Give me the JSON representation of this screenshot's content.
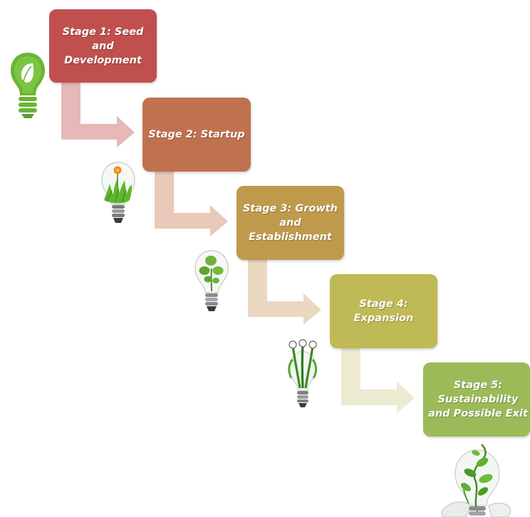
{
  "stages": [
    {
      "label": "Stage 1: Seed\nand\nDevelopment",
      "color": "#c0504d",
      "arrow_color": "#e6b8b7"
    },
    {
      "label": "Stage 2: Startup",
      "color": "#c0724f",
      "arrow_color": "#e9c9b8"
    },
    {
      "label": "Stage 3: Growth\nand\nEstablishment",
      "color": "#c09a4c",
      "arrow_color": "#ead8c1"
    },
    {
      "label": "Stage 4:\nExpansion",
      "color": "#bfba55",
      "arrow_color": "#ecead0"
    },
    {
      "label": "Stage 5:\nSustainability\nand Possible Exit",
      "color": "#9bbb59",
      "arrow_color": "#e8f0dc"
    }
  ],
  "icons": [
    "leaf-lightbulb-icon",
    "flower-lightbulb-icon",
    "plant-lightbulb-icon",
    "sprouting-lightbulbs-icon",
    "vine-lightbulb-icon"
  ]
}
